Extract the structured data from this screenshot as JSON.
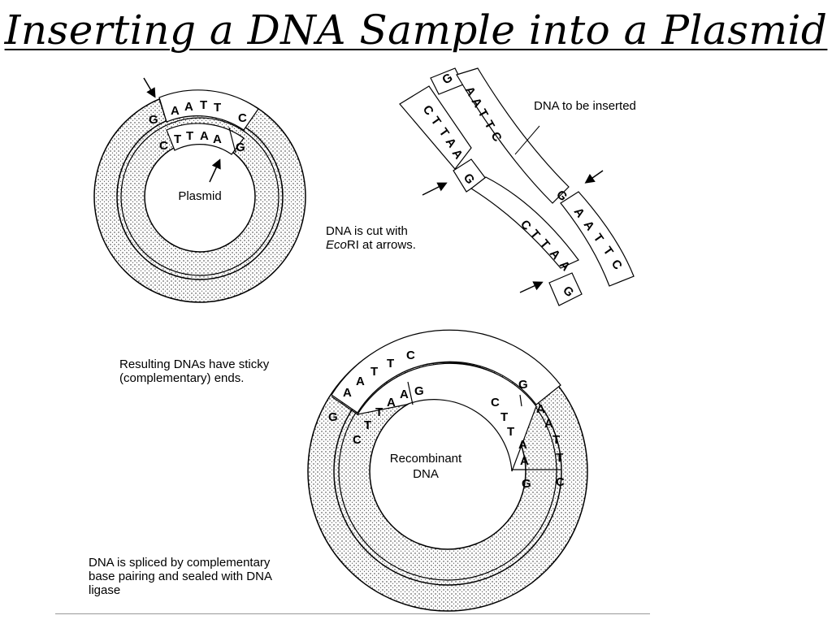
{
  "slide": {
    "title": "Inserting a DNA Sample into a Plasmid"
  },
  "labels": {
    "plasmid": "Plasmid",
    "dna_to_be_inserted": "DNA to be inserted",
    "cut_line1": "DNA is cut with",
    "cut_italic": "Eco",
    "cut_line2_rest": "RI at arrows.",
    "sticky_line1": "Resulting DNAs have sticky",
    "sticky_line2": "(complementary) ends.",
    "recombinant_line1": "Recombinant",
    "recombinant_line2": "DNA",
    "spliced_line1": "DNA is spliced by complementary",
    "spliced_line2": "base pairing and sealed with DNA",
    "spliced_line3": "ligase"
  },
  "sequences": {
    "plasmid_outer": [
      "G",
      "A",
      "A",
      "T",
      "T",
      "C"
    ],
    "plasmid_inner": [
      "C",
      "T",
      "T",
      "A",
      "A",
      "G"
    ],
    "insert_top_left": "G",
    "insert_left_strand": [
      "C",
      "T",
      "T",
      "A",
      "A"
    ],
    "insert_left_g": "G",
    "insert_right_strand": [
      "A",
      "A",
      "T",
      "T",
      "C"
    ],
    "insert_right_g": "G",
    "insert_lower_strand": [
      "C",
      "T",
      "T",
      "A",
      "A"
    ],
    "insert_lower_g": "G",
    "insert_lower_right": [
      "A",
      "A",
      "T",
      "T",
      "C"
    ],
    "recomb_left_outer": [
      "G",
      "A",
      "A",
      "T",
      "T",
      "C"
    ],
    "recomb_left_inner": [
      "C",
      "T",
      "T",
      "A",
      "A",
      "G"
    ],
    "recomb_right_outer": [
      "G",
      "A",
      "A",
      "T",
      "T",
      "C"
    ],
    "recomb_right_inner": [
      "C",
      "T",
      "T",
      "A",
      "A",
      "G"
    ]
  }
}
